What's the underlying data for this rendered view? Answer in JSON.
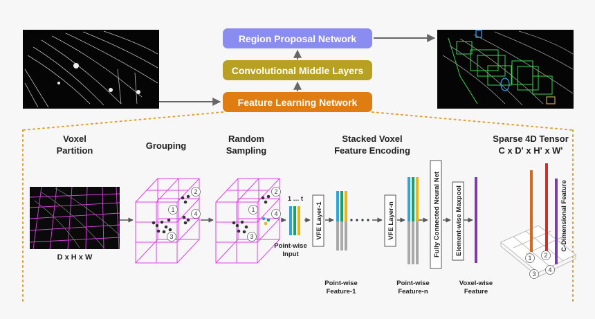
{
  "top": {
    "rpn_label": "Region Proposal Network",
    "cml_label": "Convolutional Middle Layers",
    "fln_label": "Feature Learning Network"
  },
  "stages": {
    "voxel_partition": [
      "Voxel",
      "Partition"
    ],
    "grouping": "Grouping",
    "random_sampling": [
      "Random",
      "Sampling"
    ],
    "svfe": [
      "Stacked Voxel",
      "Feature Encoding"
    ],
    "sparse_tensor": [
      "Sparse 4D Tensor",
      "C x D' x H' x W'"
    ]
  },
  "labels": {
    "dhw": "D x H x W",
    "one_to_t": "1 … t",
    "pointwise_input": [
      "Point-wise",
      "Input"
    ],
    "vfe1": "VFE Layer-1",
    "vfen": "VFE Layer-n",
    "fcnn": "Fully Connected Neural Net",
    "maxpool": "Element-wise Maxpool",
    "pw_feature1": [
      "Point-wise",
      "Feature-1"
    ],
    "pw_featuren": [
      "Point-wise",
      "Feature-n"
    ],
    "voxelwise_feature": [
      "Voxel-wise",
      "Feature"
    ],
    "c_dim": "C-Dimensional Feature"
  },
  "circle_numbers": [
    "1",
    "2",
    "3",
    "4"
  ],
  "colors": {
    "rpn": "#8b8cf0",
    "cml": "#b8a022",
    "fln": "#df7c12",
    "magenta": "#e040e8",
    "blue": "#2aa6dd",
    "green": "#1aa06b",
    "yellow": "#e9b618",
    "gray": "#a8a8a8",
    "purple": "#7b3fa3",
    "orange": "#d56a1e",
    "red": "#c5312e",
    "dotted": "#e0a030"
  }
}
